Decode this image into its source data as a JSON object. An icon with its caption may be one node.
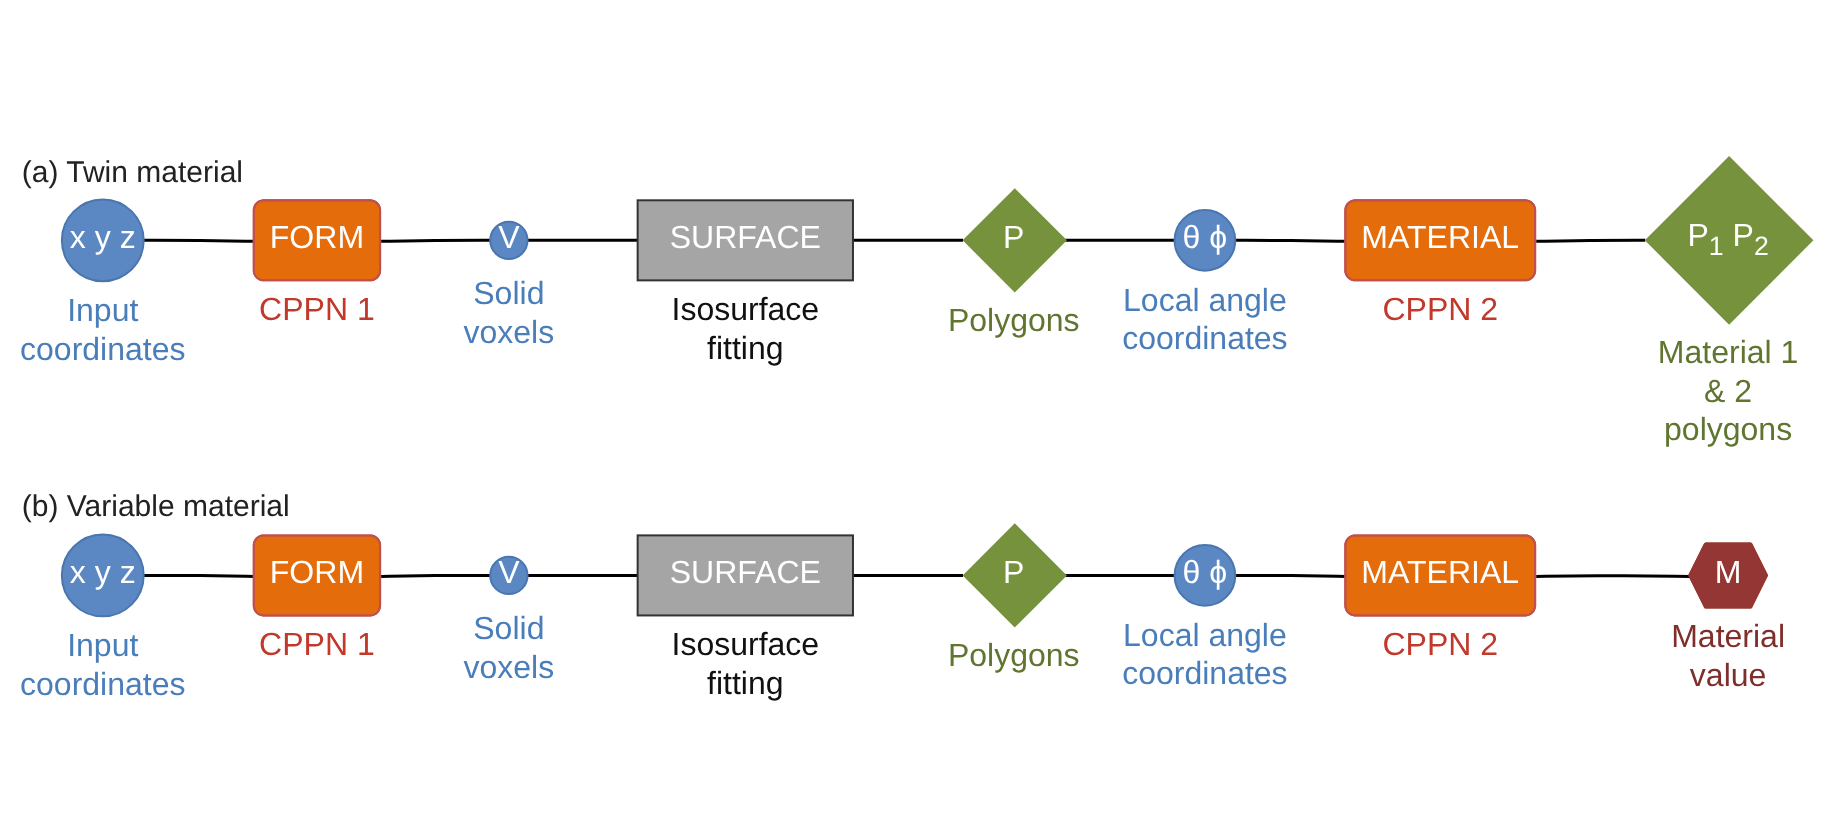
{
  "diagram": {
    "nodes": [
      {
        "text": [
          "x y z"
        ],
        "beside": [
          "Input coordinates"
        ]
      },
      {
        "text": [
          "FORM"
        ],
        "beside": [
          "CPPN 1"
        ]
      },
      {
        "text": [
          "V"
        ],
        "beside": [
          "Solid voxels"
        ]
      },
      {
        "text": [
          "SURFACE"
        ],
        "beside": [
          "Isosurface fitting"
        ]
      },
      {
        "text": [
          "P"
        ],
        "beside": [
          "Polygons"
        ]
      },
      {
        "text": [
          "θ ϕ"
        ],
        "beside": [
          "Local angle coordinates"
        ]
      },
      {
        "text": [
          "MATERIAL"
        ],
        "beside": [
          "CPPN 2"
        ]
      },
      {
        "text": [
          "P$_{1}$ P$_{2}$"
        ],
        "beside": [
          "Material 1 & 2 polygons"
        ]
      },
      {
        "text": [
          "x y z"
        ],
        "beside": [
          "Input coordinates"
        ]
      },
      {
        "text": [
          "FORM"
        ],
        "beside": [
          "CPPN 1"
        ]
      },
      {
        "text": [
          "V"
        ],
        "beside": [
          "Solid voxels"
        ]
      },
      {
        "text": [
          "SURFACE"
        ],
        "beside": [
          "Isosurface fitting"
        ]
      },
      {
        "text": [
          "P"
        ],
        "beside": [
          "Polygons"
        ]
      },
      {
        "text": [
          "θ ϕ"
        ],
        "beside": [
          "Local angle coordinates"
        ]
      },
      {
        "text": [
          "MATERIAL"
        ],
        "beside": [
          "CPPN 2"
        ]
      },
      {
        "text": [
          "M"
        ],
        "beside": [
          "Material value"
        ]
      }
    ],
    "edges": [
      {
        "from": 0,
        "to": 1,
        "arrow": "none"
      },
      {
        "from": 1,
        "to": 2,
        "arrow": "none"
      },
      {
        "from": 2,
        "to": 3,
        "arrow": "none"
      },
      {
        "from": 3,
        "to": 4,
        "arrow": "none"
      },
      {
        "from": 4,
        "to": 5,
        "arrow": "none"
      },
      {
        "from": 5,
        "to": 6,
        "arrow": "none"
      },
      {
        "from": 6,
        "to": 7,
        "arrow": "none"
      },
      {
        "from": 8,
        "to": 9,
        "arrow": "none"
      },
      {
        "from": 9,
        "to": 10,
        "arrow": "none"
      },
      {
        "from": 10,
        "to": 11,
        "arrow": "none"
      },
      {
        "from": 11,
        "to": 12,
        "arrow": "none"
      },
      {
        "from": 12,
        "to": 13,
        "arrow": "none"
      },
      {
        "from": 13,
        "to": 14,
        "arrow": "none"
      },
      {
        "from": 14,
        "to": 15,
        "arrow": "none"
      }
    ],
    "labels": [
      "(a) Twin material",
      "(b) Variable material"
    ]
  }
}
